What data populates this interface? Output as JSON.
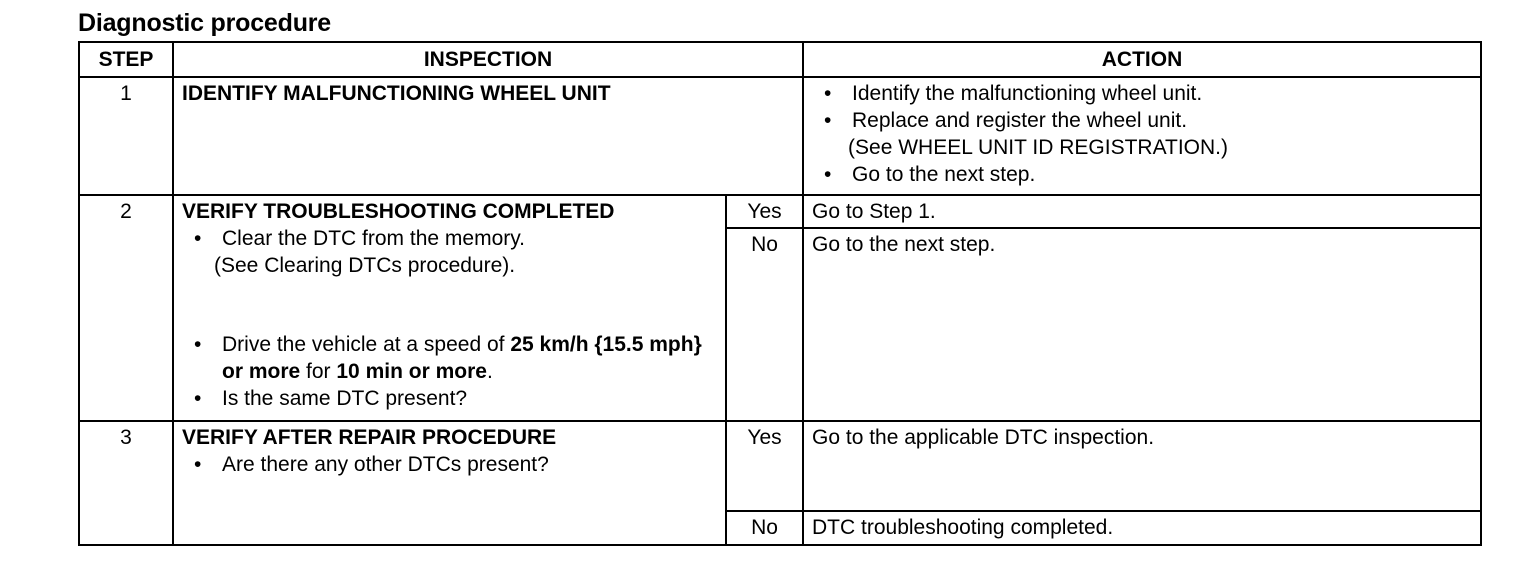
{
  "title": "Diagnostic procedure",
  "headers": {
    "step": "STEP",
    "inspection": "INSPECTION",
    "action": "ACTION"
  },
  "step1": {
    "number": "1",
    "heading": "IDENTIFY MALFUNCTIONING WHEEL UNIT",
    "actions": [
      "Identify the malfunctioning wheel unit.",
      "Replace and register the wheel unit.",
      "Go to the next step."
    ],
    "action_note": "(See WHEEL UNIT ID REGISTRATION.)"
  },
  "step2": {
    "number": "2",
    "heading": "VERIFY TROUBLESHOOTING COMPLETED",
    "bullet1": "Clear the DTC from the memory.",
    "bullet1_note": "(See Clearing DTCs procedure).",
    "bullet2_pre": "Drive the vehicle at a speed of ",
    "bullet2_bold1": "25 km/h {15.5 mph} or more",
    "bullet2_mid": " for ",
    "bullet2_bold2": "10 min or more",
    "bullet2_end": ".",
    "bullet3": "Is the same DTC present?",
    "yes_label": "Yes",
    "yes_action": "Go to Step 1.",
    "no_label": "No",
    "no_action": "Go to the next step."
  },
  "step3": {
    "number": "3",
    "heading": "VERIFY AFTER REPAIR PROCEDURE",
    "bullet1": "Are there any other DTCs present?",
    "yes_label": "Yes",
    "yes_action": "Go to the applicable DTC inspection.",
    "no_label": "No",
    "no_action": "DTC troubleshooting completed."
  }
}
